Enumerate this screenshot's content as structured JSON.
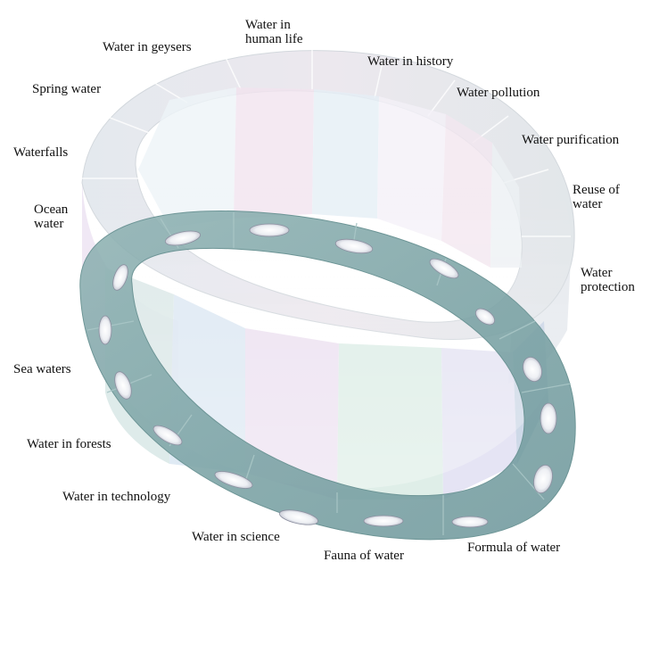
{
  "labels": {
    "water_in_human_life": "Water in\nhuman life",
    "water_in_geysers": "Water in geysers",
    "water_in_history": "Water in history",
    "spring_water": "Spring water",
    "water_pollution": "Water pollution",
    "water_purification": "Water purification",
    "waterfalls": "Waterfalls",
    "reuse_of_water": "Reuse of\nwater",
    "ocean_water": "Ocean\nwater",
    "water_protection": "Water\nprotection",
    "sea_waters": "Sea waters",
    "water_in_forests": "Water in forests",
    "water_in_technology": "Water in technology",
    "water_in_science": "Water in science",
    "fauna_of_water": "Fauna of water",
    "formula_of_water": "Formula of water"
  },
  "colors": {
    "band_teal": "#7aa3a3",
    "band_teal_dark": "#5d8a8c",
    "band_light": "#dfe6ea",
    "panel_pink": "#f1e4ef",
    "panel_blue": "#dde9f4",
    "panel_mint": "#dcece6",
    "panel_lavender": "#e6e1f1",
    "panel_gray": "#e8ecee"
  }
}
